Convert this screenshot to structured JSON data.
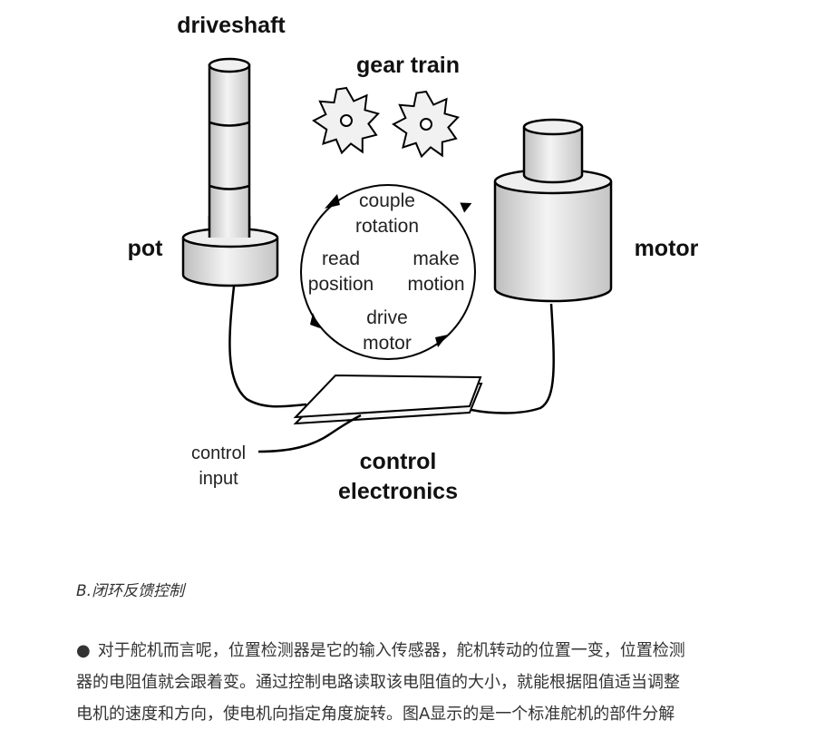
{
  "figure": {
    "driveshaft": "driveshaft",
    "gear_train": "gear train",
    "pot": "pot",
    "motor": "motor",
    "control_electronics": [
      "control",
      "electronics"
    ],
    "control_input": [
      "control",
      "input"
    ],
    "cycle": {
      "couple_rotation": [
        "couple",
        "rotation"
      ],
      "read_position": [
        "read",
        "position"
      ],
      "make_motion": [
        "make",
        "motion"
      ],
      "drive_motor": [
        "drive",
        "motor"
      ]
    }
  },
  "caption": "B.闭环反馈控制",
  "paragraph": {
    "bullet": "●",
    "lines": [
      "对于舵机而言呢，位置检测器是它的输入传感器，舵机转动的位置一变，位置检测",
      "器的电阻值就会跟着变。通过控制电路读取该电阻值的大小，就能根据阻值适当调整",
      "电机的速度和方向，使电机向指定角度旋转。图A显示的是一个标准舵机的部件分解"
    ]
  }
}
